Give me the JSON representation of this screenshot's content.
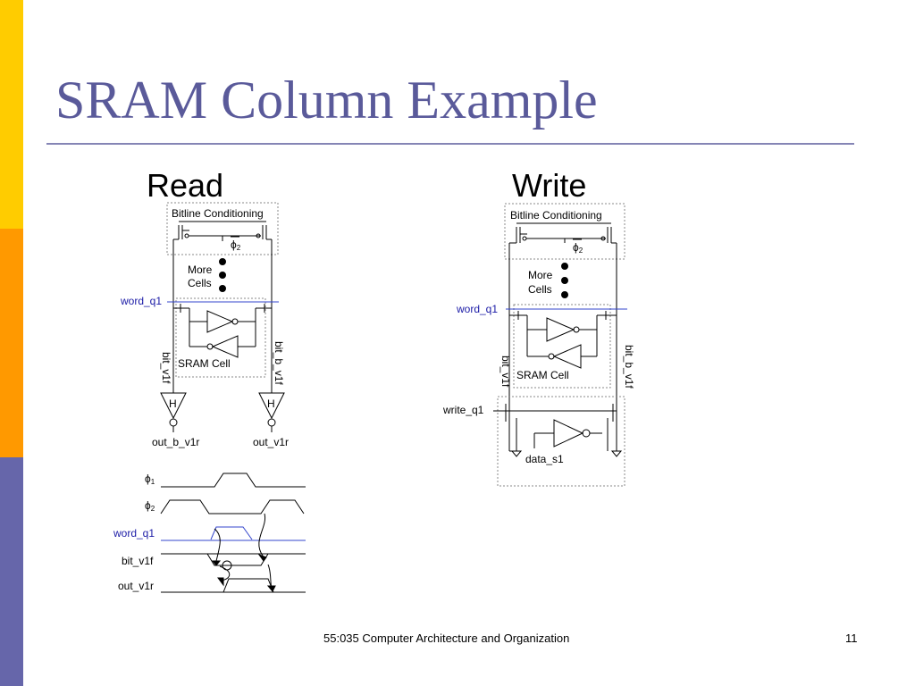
{
  "slide": {
    "title": "SRAM Column Example",
    "footer": "55:035 Computer Architecture and Organization",
    "page_number": "11",
    "colors": {
      "title": "#5a5a9a",
      "signal_blue": "#1a1aa6",
      "bar_yellow": "#ffcc00",
      "bar_orange": "#ff9900",
      "bar_purple": "#6666aa"
    }
  },
  "read": {
    "heading": "Read",
    "bitline_label": "Bitline Conditioning",
    "phi2": "ϕ",
    "phi2_sub": "2",
    "more_cells": "More\nCells",
    "word_label": "word_q1",
    "sram_cell": "SRAM Cell",
    "bit_left": "bit_v1f",
    "bit_right": "bit_b_v1f",
    "h_left": "H",
    "h_right": "H",
    "out_left": "out_b_v1r",
    "out_right": "out_v1r"
  },
  "write": {
    "heading": "Write",
    "bitline_label": "Bitline Conditioning",
    "phi2": "ϕ",
    "phi2_sub": "2",
    "more_cells": "More\nCells",
    "word_label": "word_q1",
    "sram_cell": "SRAM Cell",
    "bit_left": "bit_v1f",
    "bit_right": "bit_b_v1f",
    "write_label": "write_q1",
    "data_label": "data_s1"
  },
  "timing": {
    "signals": [
      {
        "name": "ϕ",
        "sub": "1"
      },
      {
        "name": "ϕ",
        "sub": "2"
      },
      {
        "name": "word_q1",
        "sub": ""
      },
      {
        "name": "bit_v1f",
        "sub": ""
      },
      {
        "name": "out_v1r",
        "sub": ""
      }
    ]
  }
}
